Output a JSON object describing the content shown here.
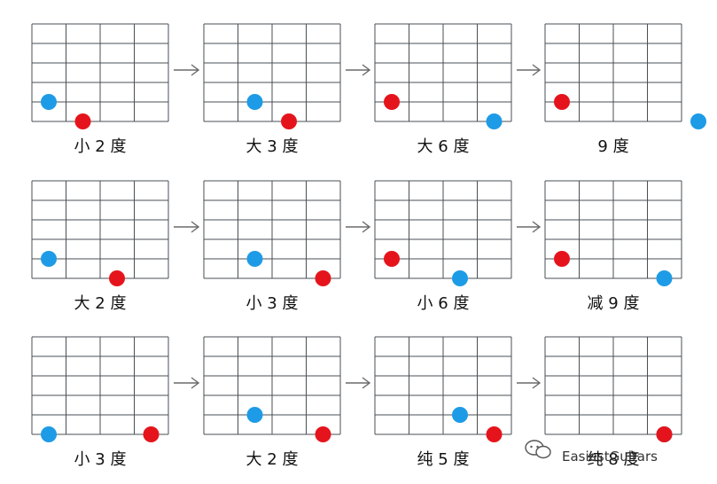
{
  "grid": {
    "strings": 6,
    "frets": 4,
    "line_color": "#4a4f55"
  },
  "colors": {
    "blue": "#1e9be6",
    "red": "#e5141c"
  },
  "diagrams": [
    {
      "label": "小 2 度",
      "blue": [
        1,
        0
      ],
      "red": [
        0,
        1
      ]
    },
    {
      "label": "大 3 度",
      "blue": [
        1,
        1
      ],
      "red": [
        0,
        2
      ]
    },
    {
      "label": "大 6 度",
      "blue": [
        0,
        3
      ],
      "red": [
        1,
        0
      ]
    },
    {
      "label": "9 度",
      "blue": [
        0,
        4
      ],
      "red": [
        1,
        0
      ]
    },
    {
      "label": "大 2 度",
      "blue": [
        1,
        0
      ],
      "red": [
        0,
        2
      ]
    },
    {
      "label": "小 3 度",
      "blue": [
        1,
        1
      ],
      "red": [
        0,
        3
      ]
    },
    {
      "label": "小 6 度",
      "blue": [
        0,
        2
      ],
      "red": [
        1,
        0
      ]
    },
    {
      "label": "减 9 度",
      "blue": [
        0,
        3
      ],
      "red": [
        1,
        0
      ]
    },
    {
      "label": "小 3 度",
      "blue": [
        0,
        0
      ],
      "red": [
        0,
        3
      ]
    },
    {
      "label": "大 2 度",
      "blue": [
        1,
        1
      ],
      "red": [
        0,
        3
      ]
    },
    {
      "label": "纯 5 度",
      "blue": [
        1,
        2
      ],
      "red": [
        0,
        3
      ]
    },
    {
      "label": "纯 8 度",
      "blue": [
        0,
        3
      ],
      "red": [
        0,
        3
      ]
    }
  ],
  "watermark": {
    "brand": "EasiestGuitars",
    "icon": "wechat-icon"
  }
}
